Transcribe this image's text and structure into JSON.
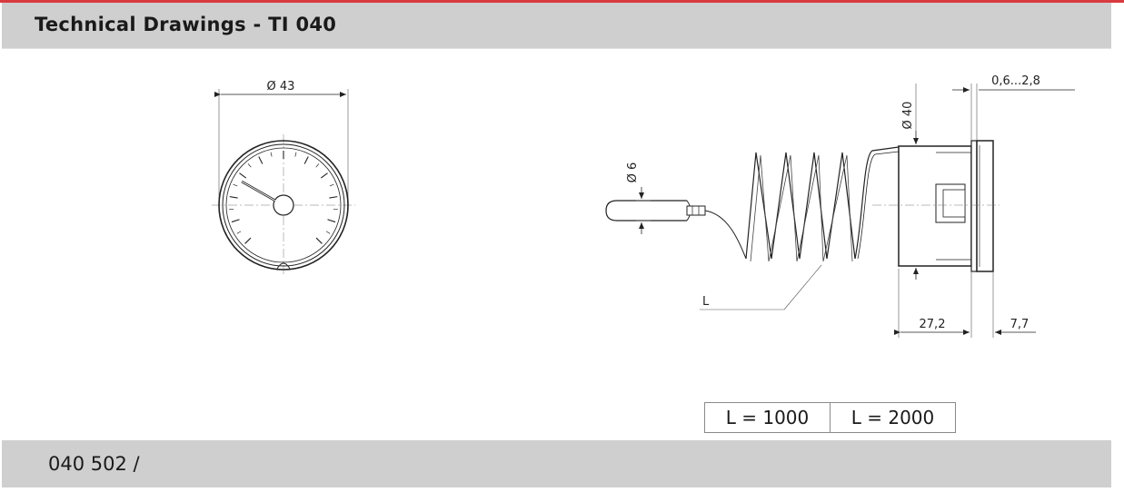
{
  "header": {
    "title": "Technical Drawings - TI 040"
  },
  "dimensions": {
    "dial_diameter": "Ø 43",
    "case_diameter": "Ø 40",
    "panel_thickness": "0,6...2,8",
    "probe_diameter": "Ø 6",
    "capillary_length": "L",
    "case_depth": "27,2",
    "bezel_depth": "7,7"
  },
  "length_table": {
    "cells": [
      "L = 1000",
      "L = 2000"
    ]
  },
  "footer": {
    "code": "040 502 /"
  },
  "colors": {
    "accent": "#d93a3f",
    "band": "#cfcfcf",
    "line": "#222222"
  }
}
